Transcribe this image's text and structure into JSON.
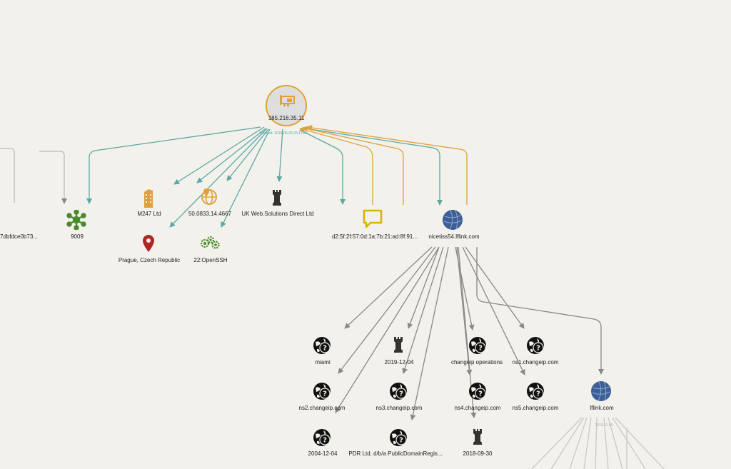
{
  "graph": {
    "center": {
      "label": "185.216.35.11",
      "sublabel": "Fetched: 2019-05-05 05:13:00"
    },
    "nodes": {
      "hash": "7dbfdce0b73...",
      "asn": "9009",
      "org": "M247 Ltd",
      "geo": "50.0833,14.4667",
      "registrar": "UK Web.Solutions Direct Ltd",
      "city": "Prague, Czech Republic",
      "port": "22:OpenSSH",
      "cert": "d2:5f:2f:57:0d:1a:7b:21:ad:8f:91...",
      "domain": "nicetiss54.lflink.com",
      "miami": "miami",
      "date_2019": "2019-12-04",
      "changeip_ops": "changeip operations",
      "ns1": "ns1.changeip.com",
      "ns2": "ns2.changeip.com",
      "ns3": "ns3.changeip.com",
      "ns4": "ns4.changeip.com",
      "ns5": "ns5.changeip.com",
      "lflink": "lflink.com",
      "lflink_sub": "2019-11-05",
      "date_2004": "2004-12-04",
      "pdr": "PDR Ltd. d/b/a PublicDomainRegis...",
      "date_2018": "2018-09-30"
    }
  },
  "colors": {
    "teal": "#5aa8a4",
    "orange": "#e0a13a",
    "grey": "#888888",
    "green": "#4b8a2c",
    "red": "#b02525",
    "globe_blue": "#3b5f96",
    "yellow": "#d8b400"
  },
  "icons": {
    "center": "network-card-icon",
    "asn": "network-hub-icon",
    "org": "building-icon",
    "geo": "globe-pin-icon",
    "registrar": "chess-rook-icon",
    "city": "map-pin-icon",
    "port": "gears-icon",
    "cert": "speech-bubble-icon",
    "domain": "globe-icon",
    "unknown": "globe-question-icon"
  }
}
